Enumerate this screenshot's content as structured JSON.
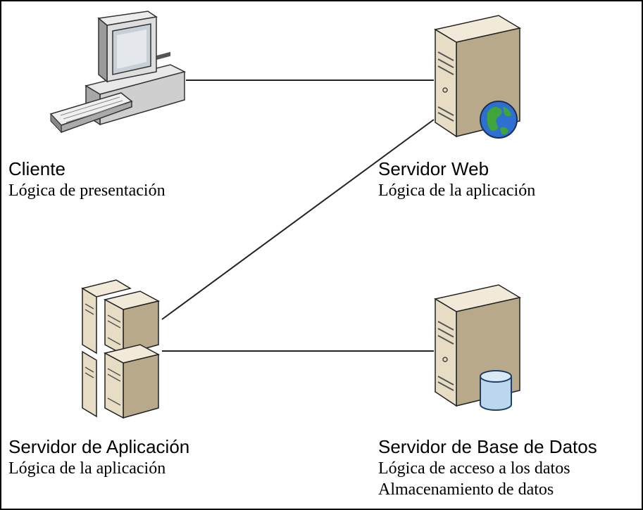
{
  "nodes": {
    "client": {
      "title": "Cliente",
      "lines": [
        "Lógica de presentación"
      ],
      "icon": "desktop-computer-icon"
    },
    "web_server": {
      "title": "Servidor Web",
      "lines": [
        "Lógica de la aplicación"
      ],
      "icon": "web-server-icon"
    },
    "app_server": {
      "title": "Servidor de Aplicación",
      "lines": [
        "Lógica de la aplicación"
      ],
      "icon": "server-cluster-icon"
    },
    "db_server": {
      "title": "Servidor de Base de Datos",
      "lines": [
        "Lógica de acceso a los datos",
        "Almacenamiento de datos"
      ],
      "icon": "database-server-icon"
    }
  },
  "connections": [
    {
      "from": "client",
      "to": "web_server"
    },
    {
      "from": "web_server",
      "to": "app_server"
    },
    {
      "from": "app_server",
      "to": "db_server"
    }
  ],
  "colors": {
    "line": "#222222",
    "server_body": "#e7dcc4",
    "server_side": "#b7a98a",
    "globe": "#2f6fd0",
    "database": "#bcd6ee"
  }
}
